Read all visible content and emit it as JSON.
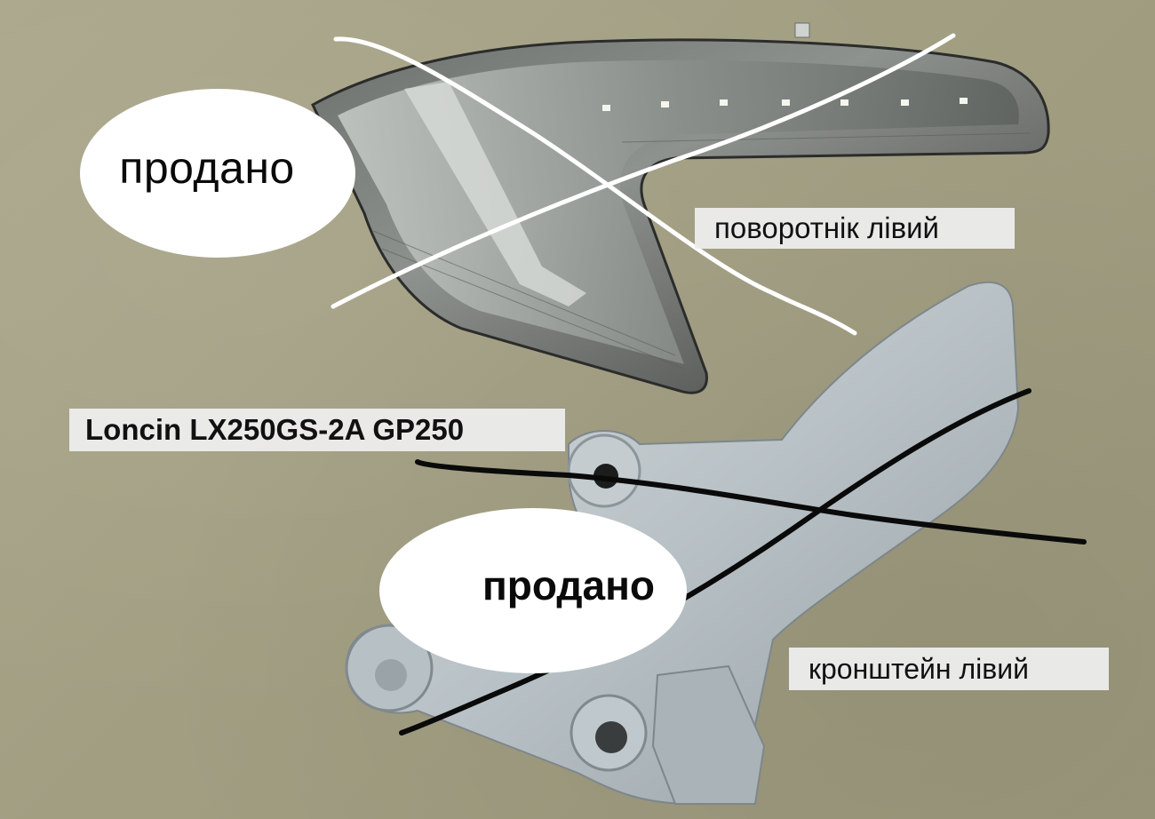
{
  "scene": {
    "description": "Photo of motorcycle parts on cardboard with sale annotations",
    "background_color": "#a6a286"
  },
  "annotations": {
    "sold_badge_top": {
      "text": "продано"
    },
    "sold_badge_bottom": {
      "text": "продано"
    },
    "turn_signal_label": {
      "text": "поворотнік лівий"
    },
    "model_label": {
      "text": "Loncin LX250GS-2A GP250"
    },
    "bracket_label": {
      "text": "кронштейн лівий"
    }
  },
  "objects": {
    "turn_signal": {
      "name": "left turn signal",
      "crossed_out": true,
      "cross_color": "#ffffff"
    },
    "bracket": {
      "name": "left bracket",
      "crossed_out": true,
      "cross_color": "#0a0a0a",
      "color": "#b9c2c6"
    }
  }
}
